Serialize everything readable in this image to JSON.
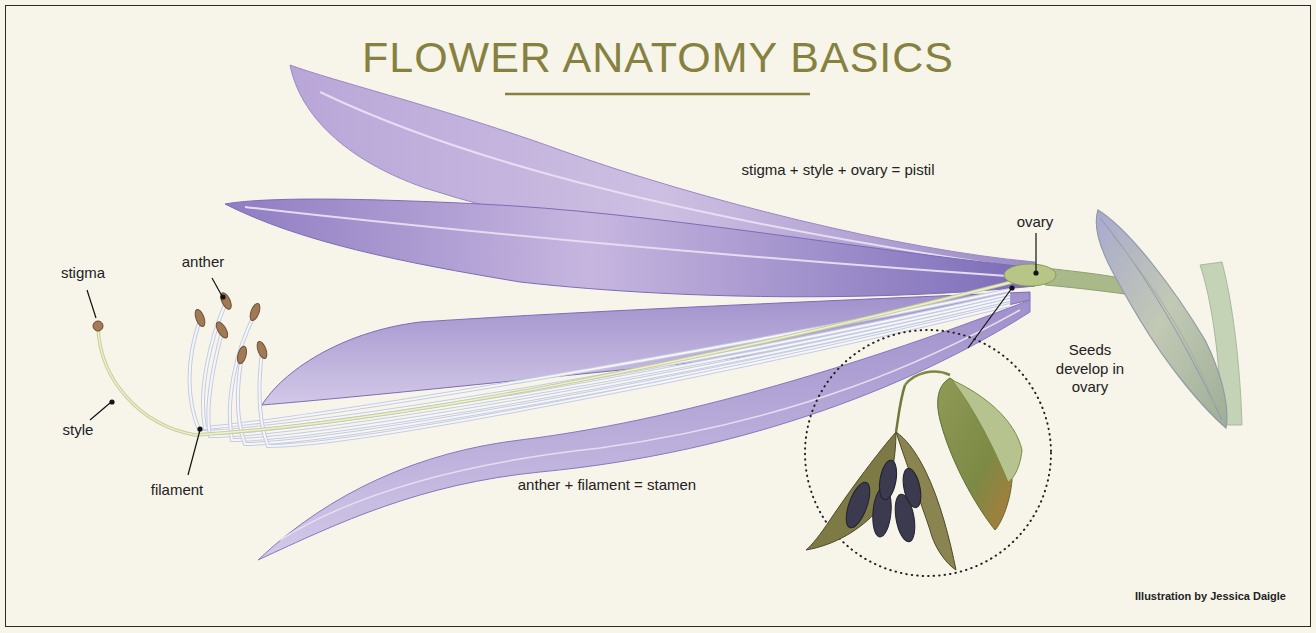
{
  "diagram": {
    "title": "FLOWER ANATOMY BASICS",
    "labels": [
      "stigma + style + ovary = pistil",
      "ovary",
      "anther",
      "stigma",
      "style",
      "filament",
      "Seeds develop in ovary",
      "anther + filament = stamen",
      "Illustration by Jessica Daigle"
    ]
  }
}
